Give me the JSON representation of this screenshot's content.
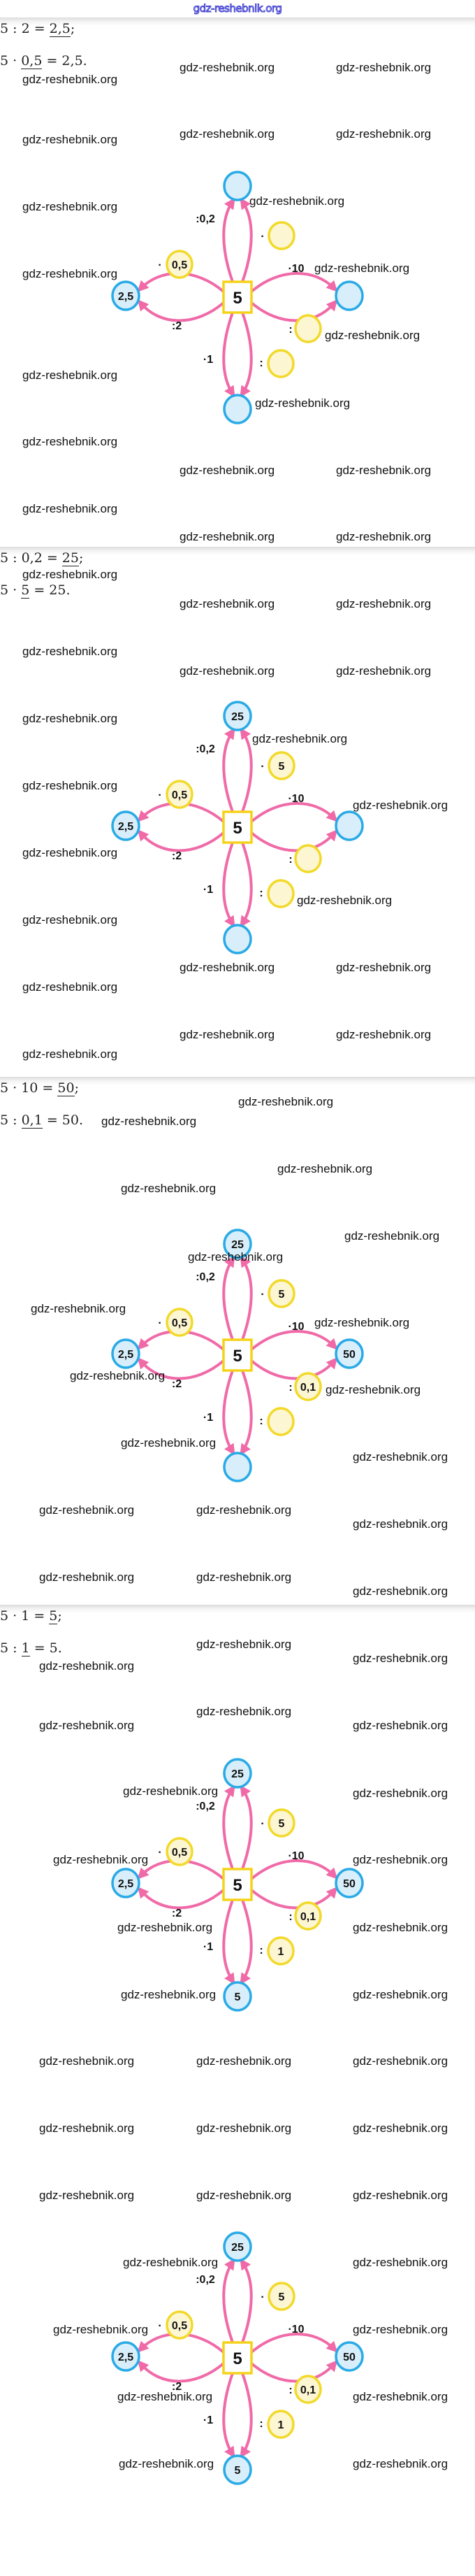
{
  "header": {
    "site": "gdz-reshebnik.org"
  },
  "watermark": "gdz-reshebnik.org",
  "colors": {
    "arrow": "#f06aa8",
    "blue_ring": "#2aaae6",
    "blue_fill": "#d8effb",
    "yellow_ring": "#f2d92a",
    "yellow_fill": "#fdf6d2",
    "square_border": "#f5d21a",
    "header_text": "#3a3ad0"
  },
  "operations": {
    "top_left": ":0,2",
    "top_right": "·",
    "left_top": "·",
    "right_top": "·10",
    "left_bottom": ":2",
    "right_bottom": ":",
    "bottom_left": "·1",
    "bottom_right": ":"
  },
  "sections": [
    {
      "equations": [
        {
          "pre": "5 : 2 = ",
          "u": "2,5",
          "post": ";"
        },
        {
          "pre": "5 · ",
          "u": "0,5",
          "post": " = 2,5."
        }
      ],
      "diagrams": [
        {
          "center": "5",
          "top": "",
          "top_yellow": "",
          "left_yellow": "0,5",
          "left": "2,5",
          "right": "",
          "right_yellow": "",
          "bottom_yellow": "",
          "bottom": ""
        }
      ]
    },
    {
      "equations": [
        {
          "pre": "5 : 0,2 = ",
          "u": "25",
          "post": ";"
        },
        {
          "pre": "5 · ",
          "u": "5",
          "post": " = 25."
        }
      ],
      "diagrams": [
        {
          "center": "5",
          "top": "25",
          "top_yellow": "5",
          "left_yellow": "0,5",
          "left": "2,5",
          "right": "",
          "right_yellow": "",
          "bottom_yellow": "",
          "bottom": ""
        }
      ]
    },
    {
      "equations": [
        {
          "pre": "5 · 10 = ",
          "u": "50",
          "post": ";"
        },
        {
          "pre": "5 : ",
          "u": "0,1",
          "post": " = 50."
        }
      ],
      "diagrams": [
        {
          "center": "5",
          "top": "25",
          "top_yellow": "5",
          "left_yellow": "0,5",
          "left": "2,5",
          "right": "50",
          "right_yellow": "0,1",
          "bottom_yellow": "",
          "bottom": ""
        }
      ]
    },
    {
      "equations": [
        {
          "pre": "5 · 1 = ",
          "u": "5",
          "post": ";"
        },
        {
          "pre": "5 : ",
          "u": "1",
          "post": " = 5."
        }
      ],
      "diagrams": [
        {
          "center": "5",
          "top": "25",
          "top_yellow": "5",
          "left_yellow": "0,5",
          "left": "2,5",
          "right": "50",
          "right_yellow": "0,1",
          "bottom_yellow": "1",
          "bottom": "5"
        },
        {
          "center": "5",
          "top": "25",
          "top_yellow": "5",
          "left_yellow": "0,5",
          "left": "2,5",
          "right": "50",
          "right_yellow": "0,1",
          "bottom_yellow": "1",
          "bottom": "5"
        }
      ]
    }
  ]
}
